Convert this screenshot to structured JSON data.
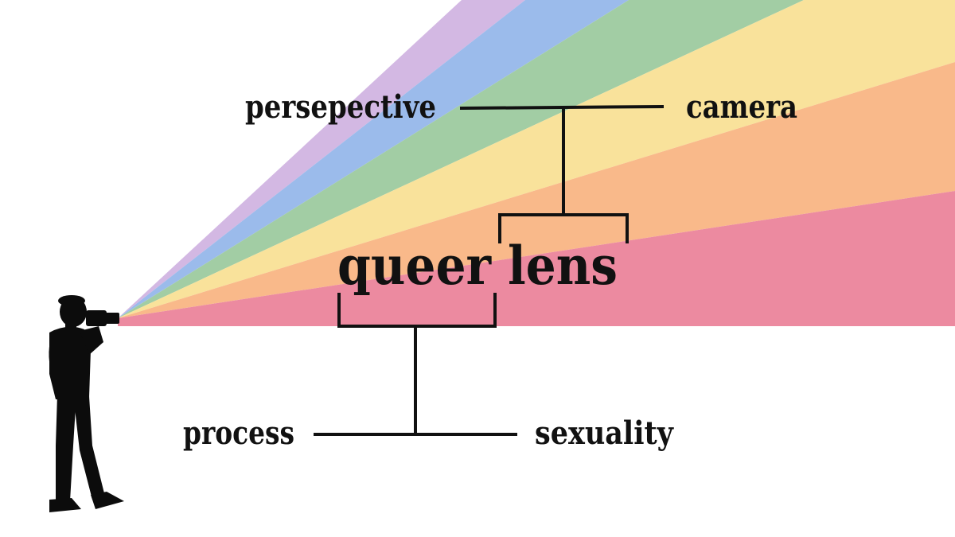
{
  "diagram": {
    "center_term": "queer lens",
    "upper_terms": [
      "persepective",
      "camera"
    ],
    "lower_terms": [
      "process",
      "sexuality"
    ]
  },
  "colors": {
    "ray_purple": "#d3b8e3",
    "ray_blue": "#9bbbeb",
    "ray_green": "#a2cda4",
    "ray_yellow": "#f9e29b",
    "ray_orange": "#f9b98a",
    "ray_pink": "#ec8aa0",
    "ink": "#111111"
  },
  "icons": {
    "figure": "photographer-silhouette-icon"
  }
}
